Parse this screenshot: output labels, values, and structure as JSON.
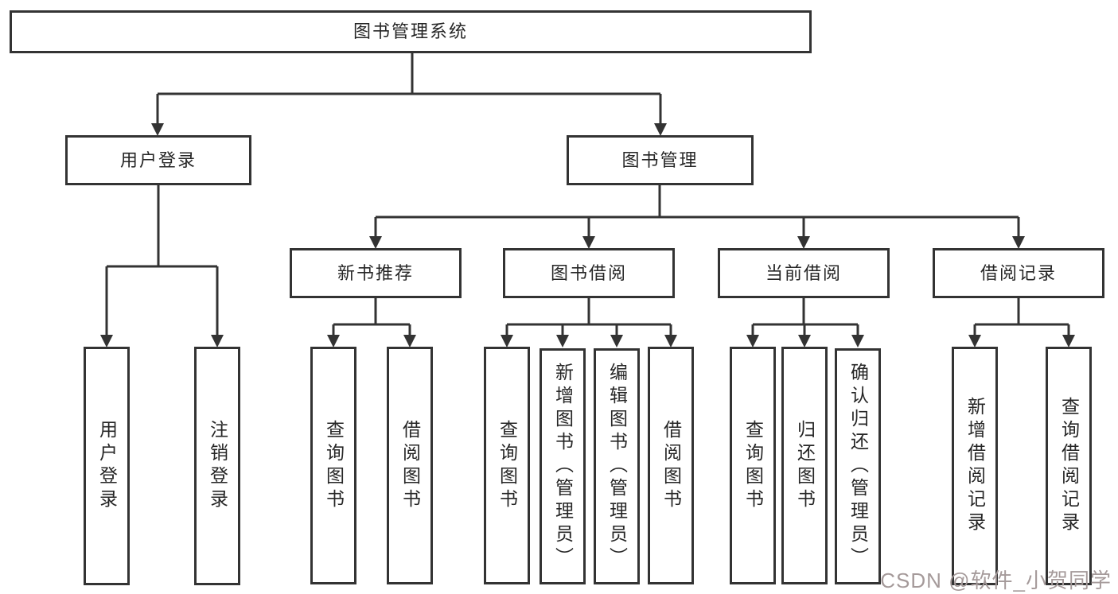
{
  "diagram": {
    "type": "hierarchy-tree",
    "levels": 4,
    "root": "图书管理系统",
    "branches": [
      {
        "label": "用户登录",
        "children": [
          "用户登录",
          "注销登录"
        ]
      },
      {
        "label": "图书管理",
        "children_groups": [
          {
            "label": "新书推荐",
            "children": [
              "查询图书",
              "借阅图书"
            ]
          },
          {
            "label": "图书借阅",
            "children": [
              "查询图书",
              "新增图书（管理员）",
              "编辑图书（管理员）",
              "借阅图书"
            ]
          },
          {
            "label": "当前借阅",
            "children": [
              "查询图书",
              "归还图书",
              "确认归还（管理员）"
            ]
          },
          {
            "label": "借阅记录",
            "children": [
              "新增借阅记录",
              "查询借阅记录"
            ]
          }
        ]
      }
    ]
  },
  "nodes": {
    "root": "图书管理系统",
    "userLogin": "用户登录",
    "bookMgmt": "图书管理",
    "newBookRec": "新书推荐",
    "bookBorrow": "图书借阅",
    "currentBorrow": "当前借阅",
    "borrowRecord": "借阅记录",
    "leafUserLogin": "用户登录",
    "leafLogout": "注销登录",
    "nbQuery": "查询图书",
    "nbBorrow": "借阅图书",
    "bbQuery": "查询图书",
    "bbAdd": "新增图书（管理员）",
    "bbEdit": "编辑图书（管理员）",
    "bbBorrow": "借阅图书",
    "cbQuery": "查询图书",
    "cbReturn": "归还图书",
    "cbConfirm": "确认归还（管理员）",
    "brAdd": "新增借阅记录",
    "brQuery": "查询借阅记录"
  },
  "watermark": "CSDN @软件_小贺同学",
  "colors": {
    "line": "#333333",
    "text": "#262626",
    "watermark": "#a59a9a"
  }
}
